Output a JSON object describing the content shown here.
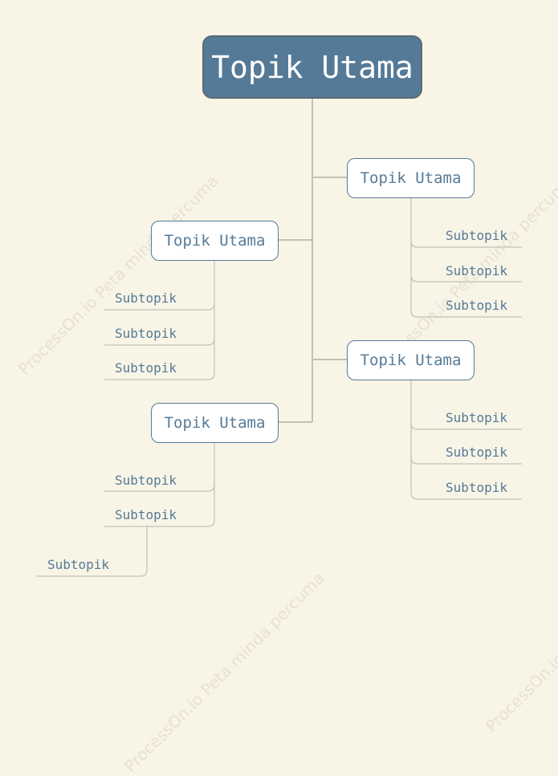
{
  "root": {
    "label": "Topik Utama"
  },
  "topics": [
    {
      "label": "Topik Utama",
      "subtopics": [
        "Subtopik",
        "Subtopik",
        "Subtopik"
      ]
    },
    {
      "label": "Topik Utama",
      "subtopics": [
        "Subtopik",
        "Subtopik",
        "Subtopik"
      ]
    },
    {
      "label": "Topik Utama",
      "subtopics": [
        "Subtopik",
        "Subtopik",
        "Subtopik"
      ]
    },
    {
      "label": "Topik Utama",
      "subtopics": [
        "Subtopik",
        "Subtopik"
      ],
      "nested": {
        "label": "Subtopik"
      }
    }
  ],
  "watermark": "ProcessOn.io Peta minda percuma",
  "colors": {
    "background": "#f8f4e6",
    "root_fill": "#557a97",
    "topic_border": "#557a97",
    "text": "#557a97",
    "connector": "#c3c0b7",
    "watermark": "#e6e1d3"
  }
}
